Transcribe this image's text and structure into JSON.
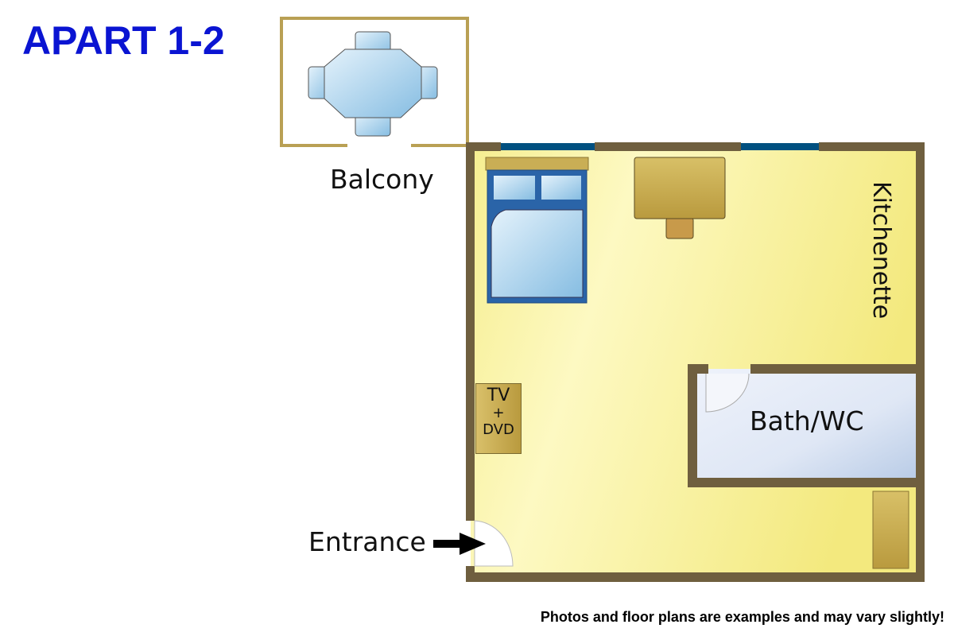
{
  "title": "APART 1-2",
  "rooms": {
    "balcony": "Balcony",
    "kitchenette": "Kitchenette",
    "bath": "Bath/WC",
    "entrance": "Entrance"
  },
  "furniture": {
    "tv_line1": "TV",
    "tv_line2": "+",
    "tv_line3": "DVD"
  },
  "footer": "Photos and floor plans are examples and may vary slightly!",
  "colors": {
    "title": "#0a14d2",
    "wall": "#6f5f3f",
    "window": "#005080",
    "floor": "#f7f09a",
    "balcony_outline": "#b9a054"
  }
}
